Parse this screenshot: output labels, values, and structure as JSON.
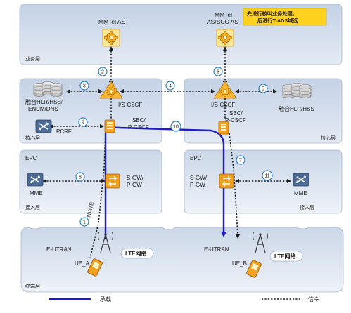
{
  "layers": {
    "service": "业务层",
    "core_left": "核心层",
    "core_right": "核心层",
    "access_left": "接入层",
    "access_right": "接入层",
    "terminal": "终端层"
  },
  "nodes": {
    "mmtel_as": "MMTel AS",
    "mmtel_scc_as_line1": "MMTel",
    "mmtel_scc_as_line2": "AS/SCC AS",
    "hlr_hss_enum_line1": "融合HLR/HSS/",
    "hlr_hss_enum_line2": "ENUM/DNS",
    "hlr_hss_right": "融合HLR/HSS",
    "iscscf_left": "I/S-CSCF",
    "iscscf_right": "I/S-CSCF",
    "pcrf": "PCRF",
    "sbc_left_line1": "SBC/",
    "sbc_left_line2": "P-CSCF",
    "sbc_right_line1": "SBC/",
    "sbc_right_line2": "P-CSCF",
    "epc_left": "EPC",
    "epc_right": "EPC",
    "mme_left": "MME",
    "mme_right": "MME",
    "sgw_left_line1": "S-GW/",
    "sgw_left_line2": "P-GW",
    "sgw_right_line1": "S-GW/",
    "sgw_right_line2": "P-GW",
    "eutran_left": "E-UTRAN",
    "eutran_right": "E-UTRAN",
    "lte_left": "LTE网络",
    "lte_right": "LTE网络",
    "ue_a": "UE_A",
    "ue_b": "UE_B",
    "invite": "INVITE"
  },
  "callout": {
    "line1": "先进行被叫业务处理，",
    "line2": "后进行T-ADS域选"
  },
  "steps": [
    "1",
    "2",
    "3",
    "4",
    "5",
    "6",
    "7",
    "8",
    "9",
    "10",
    "11"
  ],
  "legend": {
    "bearer": "承载",
    "signaling": "信令"
  },
  "colors": {
    "bearer": "#1c1cc8",
    "signaling": "#1a1a1a",
    "step_circle": "#2a7fc4",
    "callout_bg": "#ffd21f",
    "panel_top": "#c4d2e6",
    "panel_bottom": "#e4eaf3",
    "gear": "#f2a81d"
  },
  "icons": [
    "gear-icon",
    "database-icon",
    "pcrf-icon",
    "sbc-icon",
    "router-icon",
    "antenna-icon",
    "phone-icon"
  ]
}
